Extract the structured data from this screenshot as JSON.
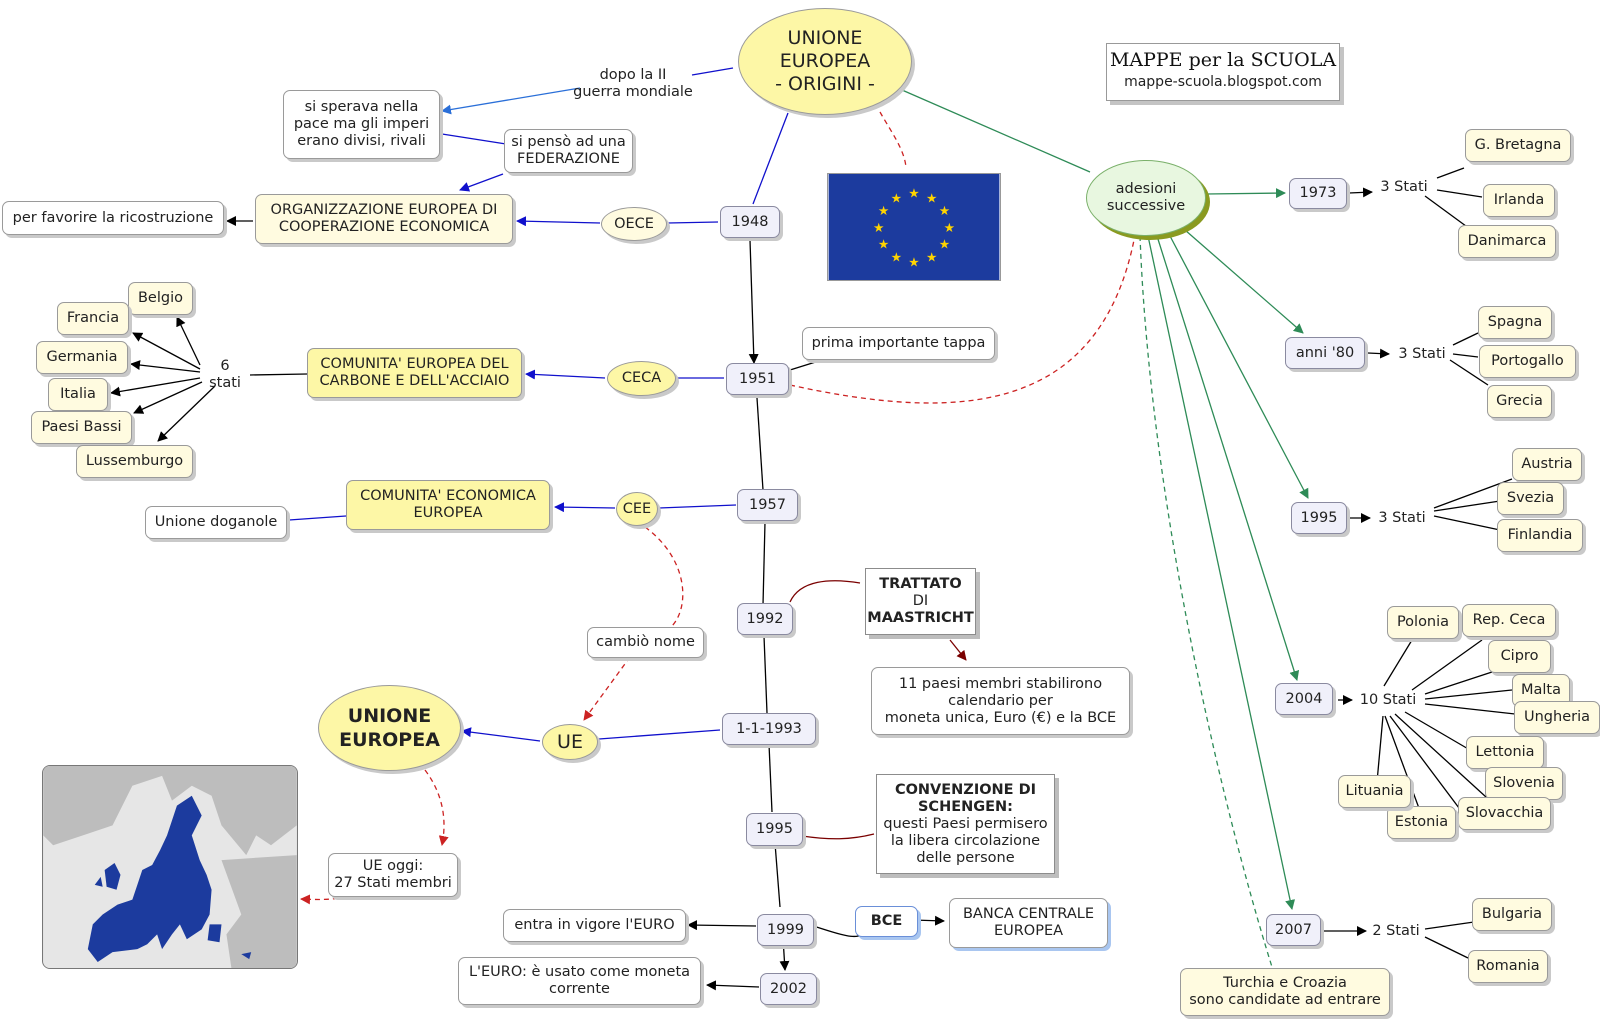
{
  "title_node": "UNIONE\nEUROPEA\n- ORIGINI -",
  "brand": {
    "title": "MAPPE per la SCUOLA",
    "url": "mappe-scuola.blogspot.com"
  },
  "colors": {
    "yellow": "#fdf7a6",
    "light_yellow": "#fffbe0",
    "blue_link": "#1010cc",
    "green_link": "#2e8b57",
    "red_dash": "#cc2222",
    "flag_blue": "#1c3b9e",
    "flag_star": "#ffd400",
    "map_blue": "#1c3b9e"
  },
  "nodes": {
    "dopo_guerra": "dopo la II\nguerra mondiale",
    "speranza": "si sperava nella\npace ma gli imperi\nerano divisi, rivali",
    "federazione": "si pensò ad una\nFEDERAZIONE",
    "ricostruzione": "per favorire la ricostruzione",
    "org_europea": "ORGANIZZAZIONE EUROPEA DI\nCOOPERAZIONE ECONOMICA",
    "oece": "OECE",
    "y1948": "1948",
    "belgio": "Belgio",
    "francia": "Francia",
    "germania": "Germania",
    "italia": "Italia",
    "paesi_bassi": "Paesi Bassi",
    "lussemburgo": "Lussemburgo",
    "sei_stati": "6 stati",
    "comunita_carbone": "COMUNITA' EUROPEA DEL\nCARBONE E DELL'ACCIAIO",
    "ceca": "CECA",
    "y1951": "1951",
    "prima_tappa": "prima importante tappa",
    "unione_doganale": "Unione doganole",
    "comunita_economica": "COMUNITA' ECONOMICA\nEUROPEA",
    "cee": "CEE",
    "y1957": "1957",
    "y1992": "1992",
    "trattato": "TRATTATO\nDI\nMAASTRICHT",
    "trattato_parts": [
      "TRATTATO",
      "DI",
      "MAASTRICHT"
    ],
    "paesi_membri": "11 paesi membri stabilirono\ncalendario per\nmoneta unica, Euro (€) e la BCE",
    "cambio_nome": "cambiò nome",
    "unione_europea": "UNIONE\nEUROPEA",
    "ue": "UE",
    "y1993": "1-1-1993",
    "y1995": "1995",
    "schengen_title": "CONVENZIONE DI\nSCHENGEN:",
    "schengen_text": "questi Paesi permisero\nla libera circolazione\ndelle persone",
    "ue_oggi": "UE oggi:\n27 Stati membri",
    "euro_vigore": "entra in vigore l'EURO",
    "y1999": "1999",
    "bce": "BCE",
    "banca_centrale": "BANCA CENTRALE\nEUROPEA",
    "euro_moneta": "L'EURO: è usato come moneta\ncorrente",
    "y2002": "2002",
    "adesioni": "adesioni\nsuccessive",
    "a1973": "1973",
    "s1973": "3 Stati",
    "gbretagna": "G. Bretagna",
    "irlanda": "Irlanda",
    "danimarca": "Danimarca",
    "a80": "anni '80",
    "s80": "3 Stati",
    "spagna": "Spagna",
    "portogallo": "Portogallo",
    "grecia": "Grecia",
    "a1995": "1995",
    "s1995": "3 Stati",
    "austria": "Austria",
    "svezia": "Svezia",
    "finlandia": "Finlandia",
    "a2004": "2004",
    "s2004": "10 Stati",
    "polonia": "Polonia",
    "repceca": "Rep. Ceca",
    "cipro": "Cipro",
    "malta": "Malta",
    "ungheria": "Ungheria",
    "lettonia": "Lettonia",
    "slovenia": "Slovenia",
    "slovacchia": "Slovacchia",
    "estonia": "Estonia",
    "lituania": "Lituania",
    "a2007": "2007",
    "s2007": "2 Stati",
    "bulgaria": "Bulgaria",
    "romania": "Romania",
    "candidate": "Turchia e Croazia\nsono candidate ad entrare"
  }
}
